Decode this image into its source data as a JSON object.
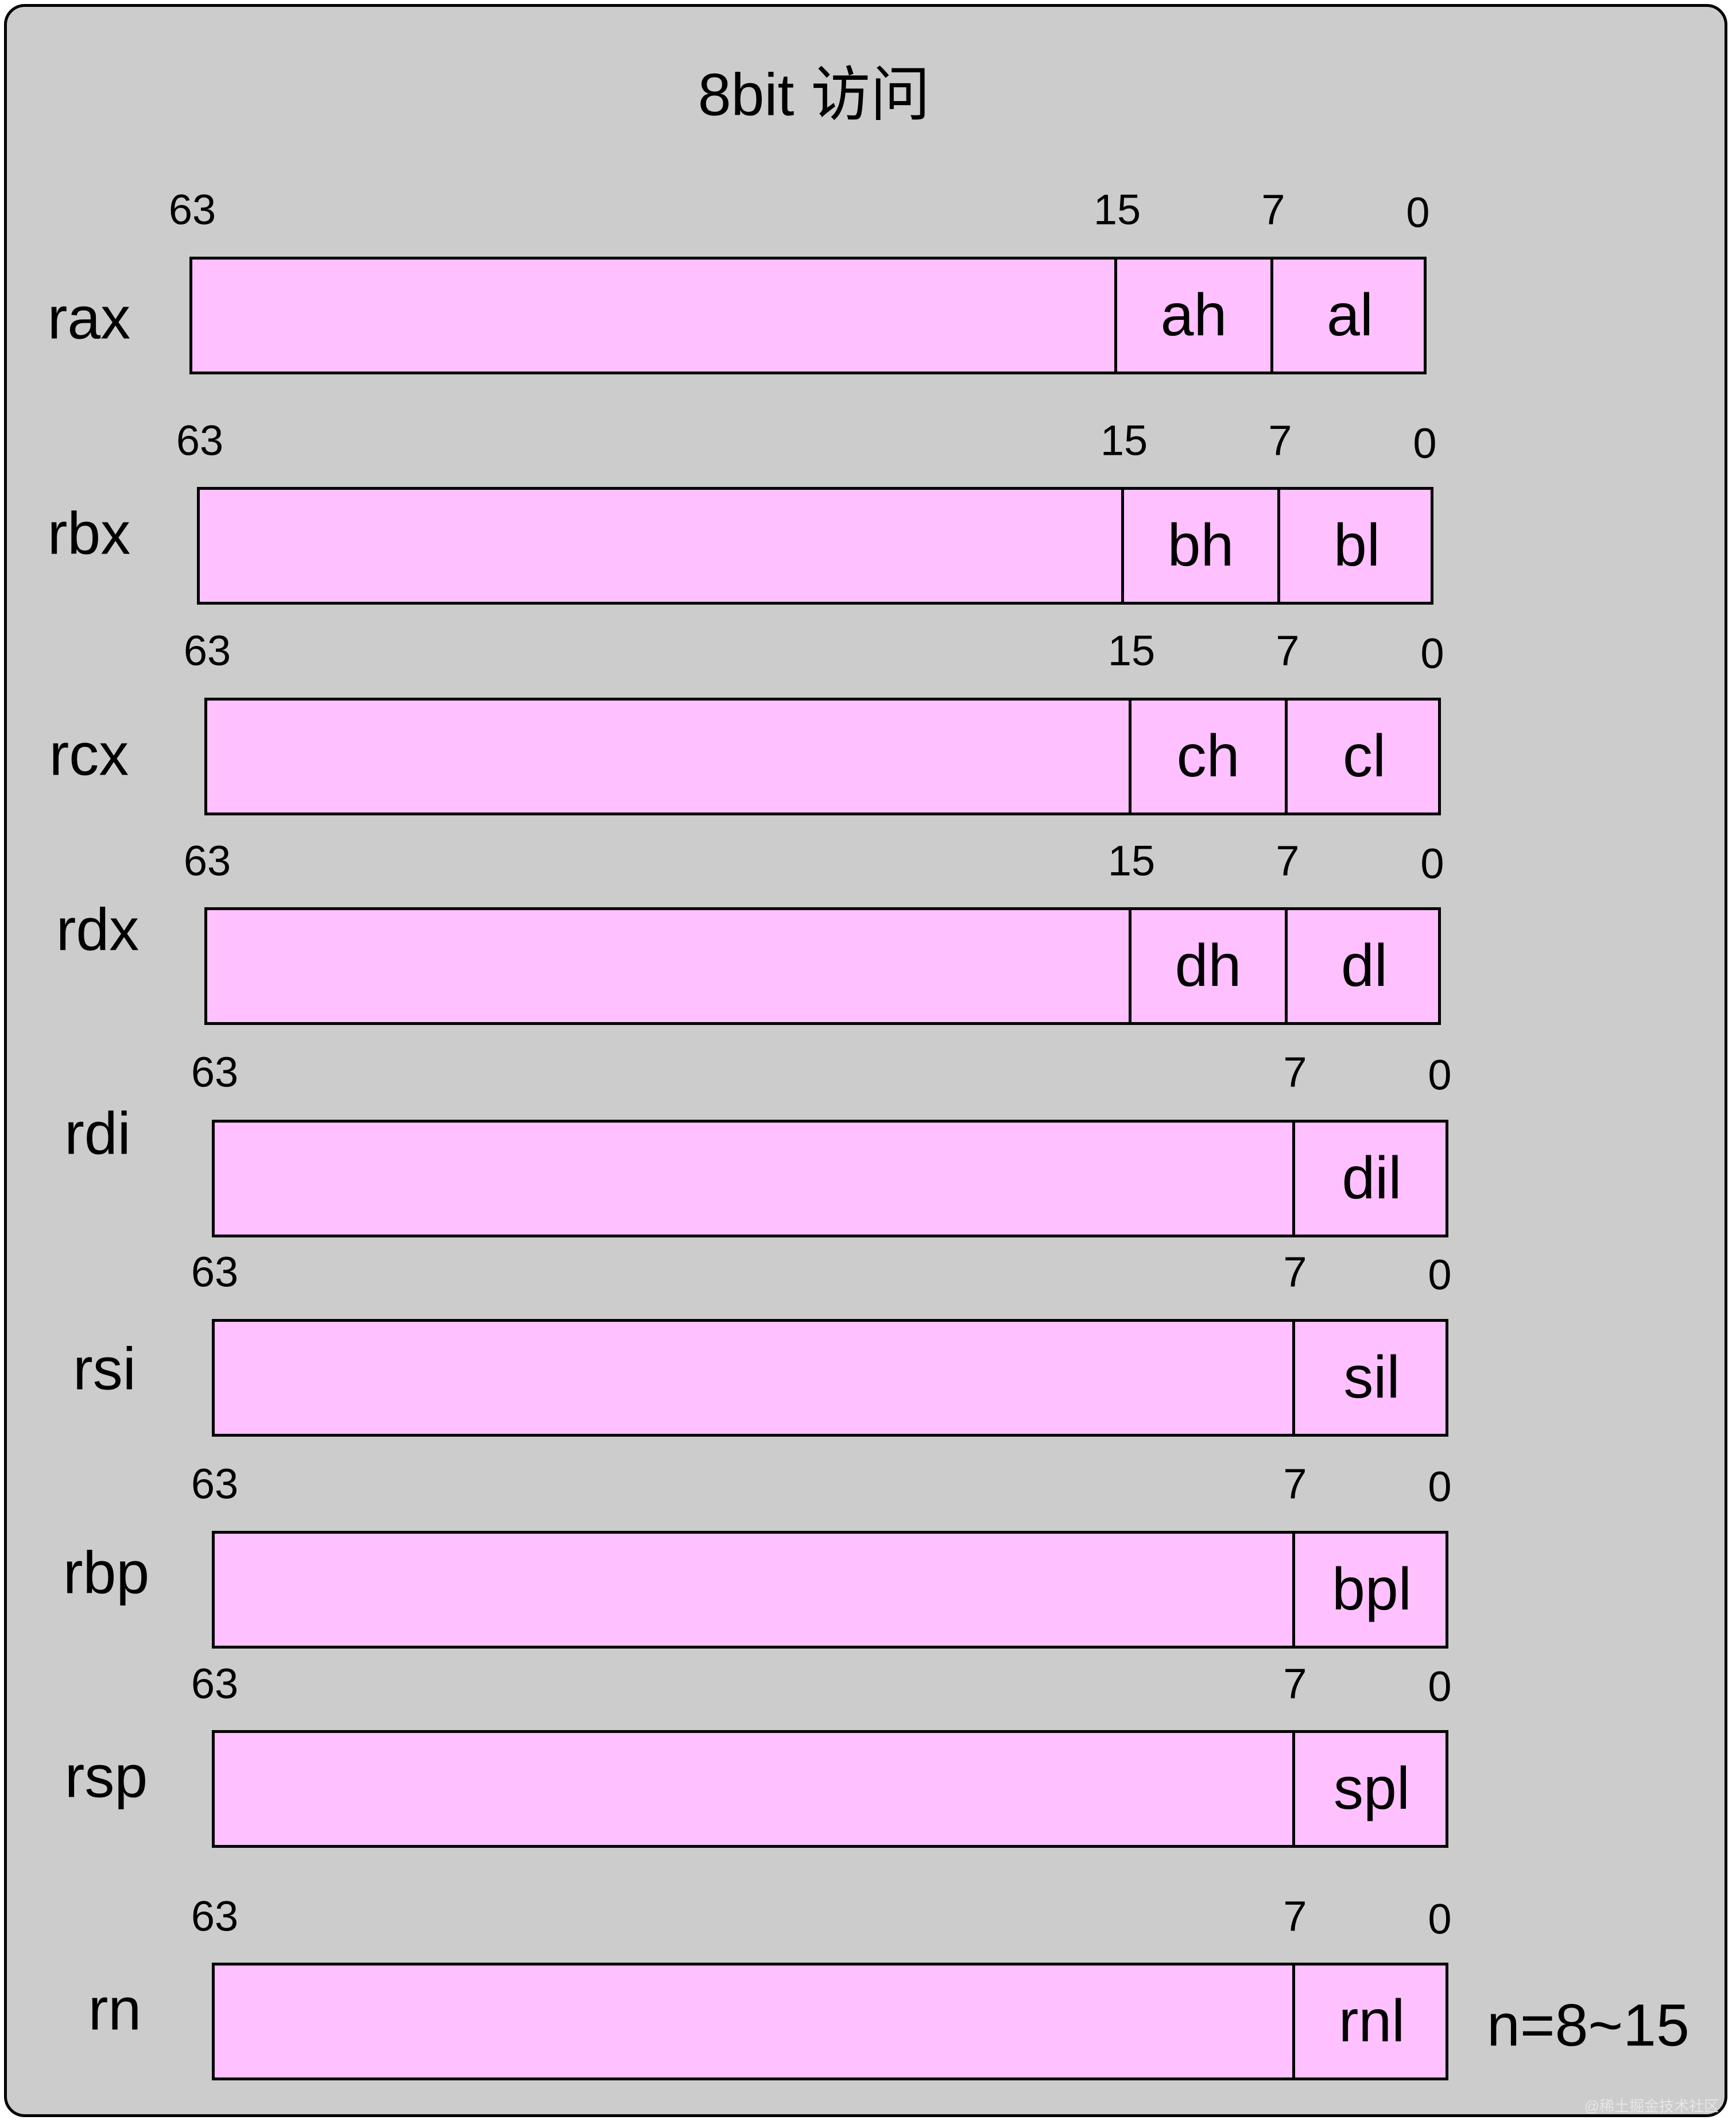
{
  "title": "8bit 访问",
  "registers": [
    {
      "name": "rax",
      "bits": [
        "63",
        "15",
        "7",
        "0"
      ],
      "segments": [
        "ah",
        "al"
      ]
    },
    {
      "name": "rbx",
      "bits": [
        "63",
        "15",
        "7",
        "0"
      ],
      "segments": [
        "bh",
        "bl"
      ]
    },
    {
      "name": "rcx",
      "bits": [
        "63",
        "15",
        "7",
        "0"
      ],
      "segments": [
        "ch",
        "cl"
      ]
    },
    {
      "name": "rdx",
      "bits": [
        "63",
        "15",
        "7",
        "0"
      ],
      "segments": [
        "dh",
        "dl"
      ]
    },
    {
      "name": "rdi",
      "bits": [
        "63",
        "7",
        "0"
      ],
      "segments": [
        "dil"
      ]
    },
    {
      "name": "rsi",
      "bits": [
        "63",
        "7",
        "0"
      ],
      "segments": [
        "sil"
      ]
    },
    {
      "name": "rbp",
      "bits": [
        "63",
        "7",
        "0"
      ],
      "segments": [
        "bpl"
      ]
    },
    {
      "name": "rsp",
      "bits": [
        "63",
        "7",
        "0"
      ],
      "segments": [
        "spl"
      ]
    },
    {
      "name": "rn",
      "bits": [
        "63",
        "7",
        "0"
      ],
      "segments": [
        "rnl"
      ]
    }
  ],
  "note": "n=8~15",
  "watermark": "@稀土掘金技术社区",
  "colors": {
    "background": "#cccccc",
    "bar_fill": "#ffc0ff",
    "stroke": "#000000"
  }
}
